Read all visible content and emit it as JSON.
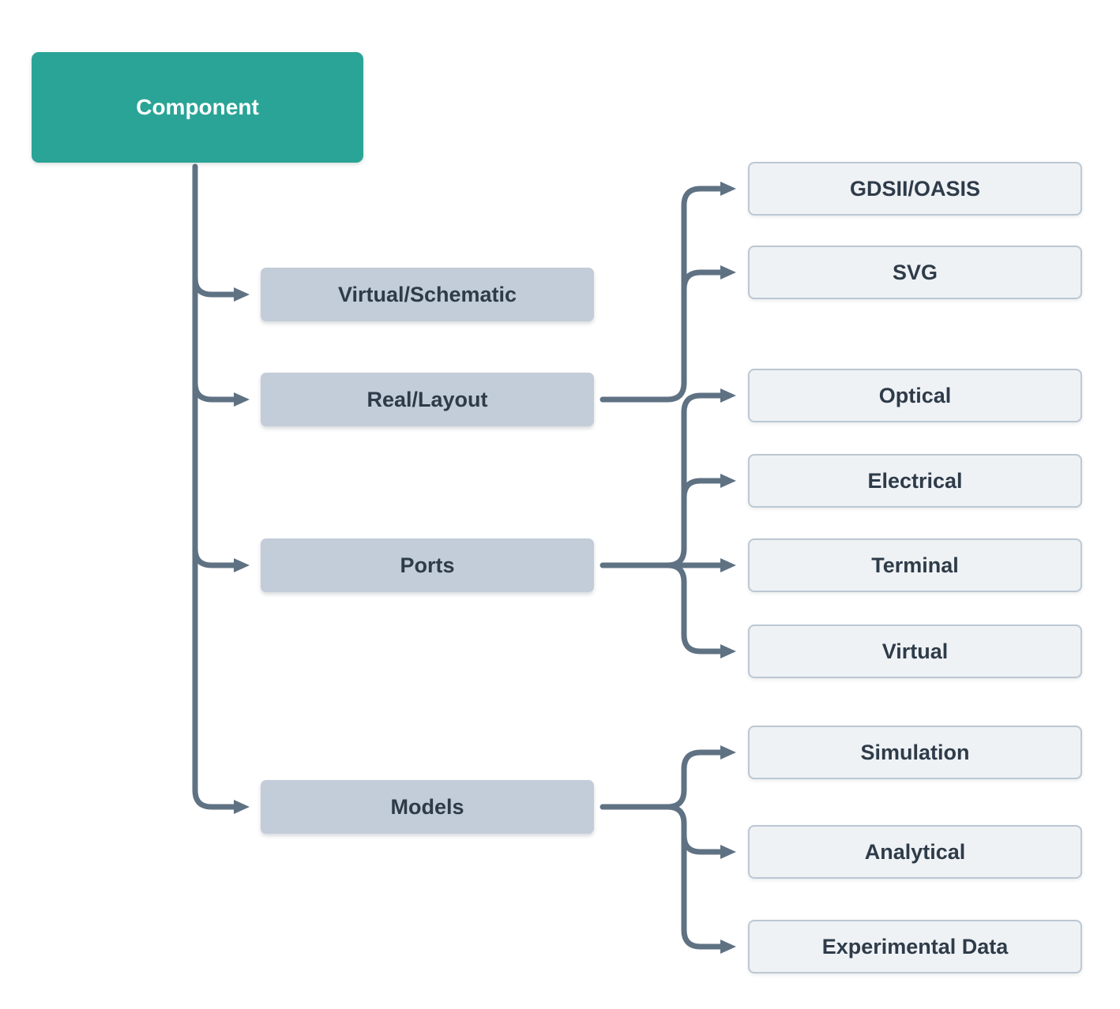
{
  "diagram": {
    "root": {
      "label": "Component"
    },
    "branches": [
      {
        "label": "Virtual/Schematic",
        "children": []
      },
      {
        "label": "Real/Layout",
        "children": [
          {
            "label": "GDSII/OASIS"
          },
          {
            "label": "SVG"
          }
        ]
      },
      {
        "label": "Ports",
        "children": [
          {
            "label": "Optical"
          },
          {
            "label": "Electrical"
          },
          {
            "label": "Terminal"
          },
          {
            "label": "Virtual"
          }
        ]
      },
      {
        "label": "Models",
        "children": [
          {
            "label": "Simulation"
          },
          {
            "label": "Analytical"
          },
          {
            "label": "Experimental Data"
          }
        ]
      }
    ],
    "colors": {
      "background": "#FFFFFF",
      "root_fill": "#2AA496",
      "root_text": "#FFFFFF",
      "branch_fill": "#C3CDD9",
      "leaf_fill": "#EFF2F5",
      "leaf_border": "#BCC8D3",
      "connector": "#5F7283",
      "node_text": "#2E3B49"
    }
  }
}
